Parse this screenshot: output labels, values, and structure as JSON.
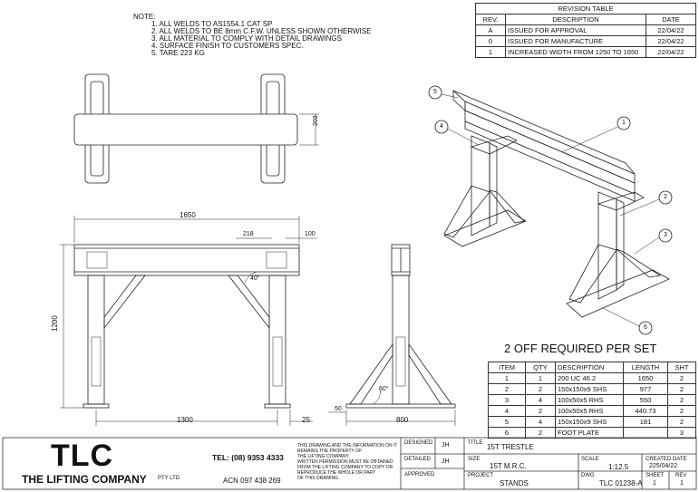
{
  "notes": {
    "heading": "NOTE:",
    "items": [
      "1. ALL WELDS TO AS1554.1 CAT SP",
      "2. ALL WELDS TO BE 8mm C.F.W. UNLESS SHOWN OTHERWISE",
      "3. ALL MATERIAL TO COMPLY WITH DETAIL DRAWINGS",
      "4. SURFACE FINISH TO CUSTOMERS SPEC.",
      "5. TARE 223 KG"
    ]
  },
  "revision_table": {
    "title": "REVISION TABLE",
    "headers": [
      "REV.",
      "DESCRIPTION",
      "DATE"
    ],
    "rows": [
      [
        "A",
        "ISSUED FOR APPROVAL",
        "22/04/22"
      ],
      [
        "0",
        "ISSUED FOR MANUFACTURE",
        "22/04/22"
      ],
      [
        "1",
        "INCREASED WIDTH FROM 1250 TO 1650",
        "22/04/22"
      ]
    ]
  },
  "dimensions": {
    "plan_depth": "203",
    "overall_width": "1650",
    "gusset_offset": "218",
    "end_offset": "100",
    "height": "1200",
    "base_span": "1300",
    "base_end": "25",
    "brace_angle": "40°",
    "side_angle": "60°",
    "side_base_end": "50",
    "side_base_width": "800"
  },
  "balloons": [
    "1",
    "2",
    "3",
    "4",
    "5",
    "6"
  ],
  "required_note": "2 OFF REQUIRED PER SET",
  "bom": {
    "headers": [
      "ITEM",
      "QTY",
      "DESCRIPTION",
      "LENGTH",
      "SHT"
    ],
    "rows": [
      [
        "1",
        "1",
        "200 UC 46.2",
        "1650",
        "2"
      ],
      [
        "2",
        "2",
        "150x150x9 SHS",
        "977",
        "2"
      ],
      [
        "3",
        "4",
        "100x50x5 RHS",
        "550",
        "2"
      ],
      [
        "4",
        "2",
        "100x50x5 RHS",
        "440.73",
        "2"
      ],
      [
        "5",
        "4",
        "150x150x9 SHS",
        "181",
        "2"
      ],
      [
        "6",
        "2",
        "FOOT PLATE",
        "",
        "3"
      ]
    ]
  },
  "title_block": {
    "logo": "TLC",
    "company": "THE LIFTING COMPANY",
    "pty": "PTY LTD",
    "tel": "TEL: (08) 9353 4333",
    "acn": "ACN 097 438 269",
    "disclaimer": [
      "THIS DRAWING AND THE INFORMATION ON IT",
      "REMAINS THE PROPERTY OF",
      "THE LIFTING COMPANY.",
      "WRITTEN PERMISSION MUST BE OBTAINED",
      "FROM THE LIFTING COMPANY TO COPY OR",
      "REPRODUCE THE WHOLE OR PART",
      "OF THIS DRAWING."
    ],
    "designed_label": "DESIGNED",
    "designed": "JH",
    "detailed_label": "DETAILED",
    "detailed": "JH",
    "approved_label": "APPROVED",
    "title_label": "TITLE",
    "title": "15T TRESTLE",
    "size_label": "SIZE",
    "size": "15T M.R.C.",
    "project_label": "PROJECT",
    "project": "STANDS",
    "scale_label": "SCALE",
    "scale": "1:12.5",
    "dwg_label": "DWG",
    "dwg": "TLC 01238-A",
    "created_label": "CREATED DATE",
    "created": "225/04/22",
    "sheet_label": "SHEET",
    "sheet": "1",
    "rev_label": "REV",
    "rev": "1"
  }
}
